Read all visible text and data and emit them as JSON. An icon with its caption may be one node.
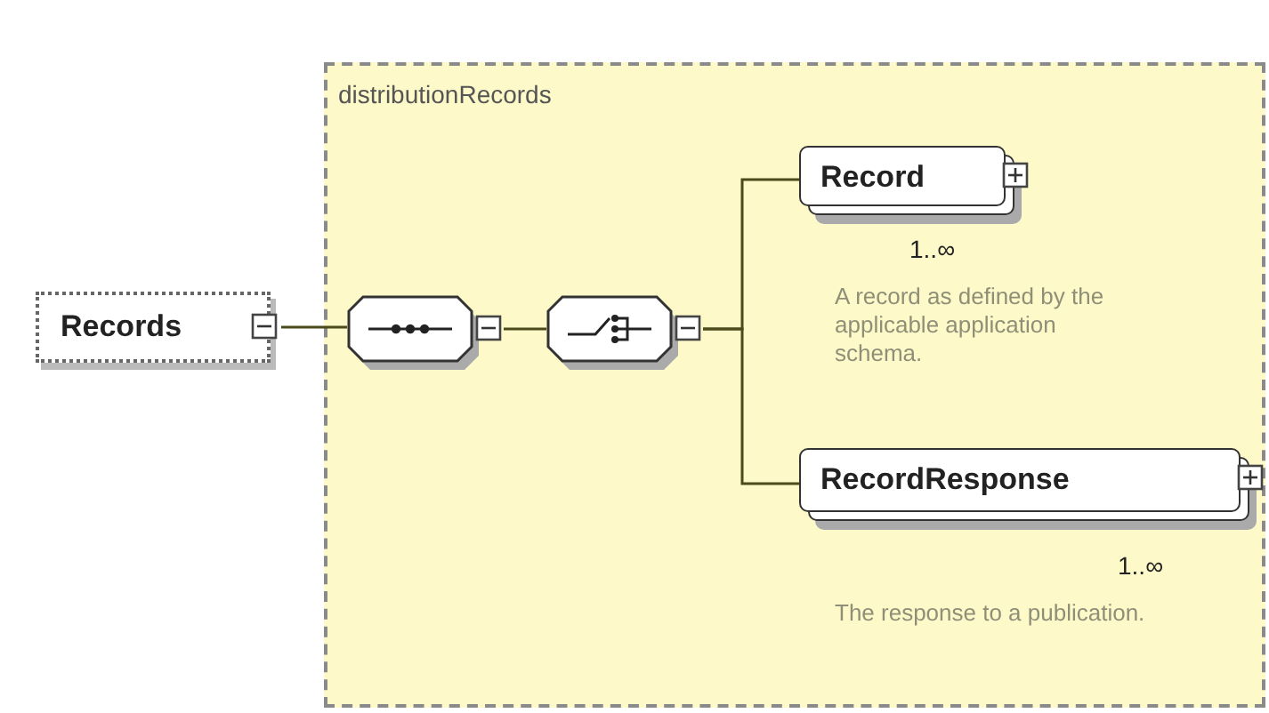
{
  "diagram": {
    "nodes": [
      {
        "text": [
          "distributionRecords"
        ]
      },
      {
        "text": [
          "Records"
        ]
      },
      {
        "text": [],
        "shape": "octagon",
        "in": 0
      },
      {
        "text": [],
        "shape": "octagon",
        "in": 0
      },
      {
        "text": [
          "Record"
        ],
        "in": 0,
        "beside": [
          "1..∞",
          "A record as defined by the applicable application schema."
        ]
      },
      {
        "text": [
          "RecordResponse"
        ],
        "in": 0,
        "beside": [
          "1..∞",
          "The response to a publication."
        ]
      }
    ],
    "edges": [
      {
        "from": 1,
        "to": 2,
        "arrow": "none"
      },
      {
        "from": 2,
        "to": 3,
        "arrow": "none"
      },
      {
        "from": 3,
        "to": 4,
        "arrow": "none"
      },
      {
        "from": 3,
        "to": 5,
        "arrow": "none"
      }
    ]
  }
}
